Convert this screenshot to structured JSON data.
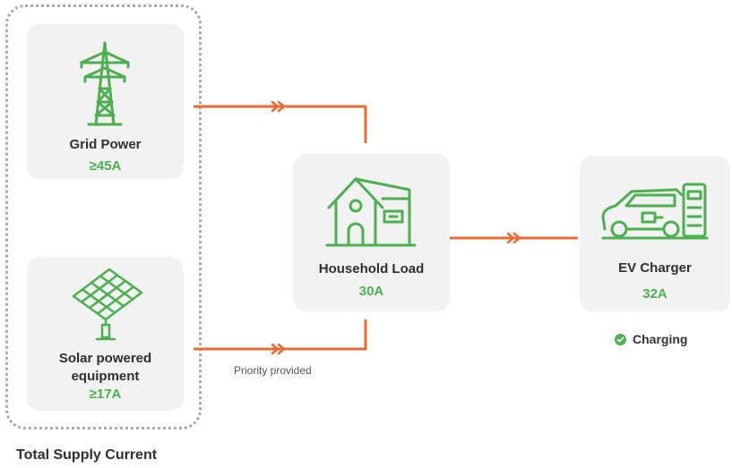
{
  "sources": {
    "grid": {
      "title": "Grid Power",
      "value": "≥45A",
      "icon": "transmission-tower-icon"
    },
    "solar": {
      "title_line1": "Solar powered",
      "title_line2": "equipment",
      "value": "≥17A",
      "icon": "solar-panel-icon"
    },
    "group_label": "Total Supply Current"
  },
  "household": {
    "title": "Household Load",
    "value": "30A",
    "icon": "house-icon"
  },
  "ev_charger": {
    "title": "EV Charger",
    "value": "32A",
    "icon": "ev-car-charger-icon"
  },
  "status": {
    "label": "Charging",
    "icon": "check-circle-icon"
  },
  "annotations": {
    "priority": "Priority provided"
  },
  "colors": {
    "accent": "#4caf50",
    "flow": "#ee6a35",
    "card": "#f2f2f2",
    "text": "#2f2f2f"
  }
}
